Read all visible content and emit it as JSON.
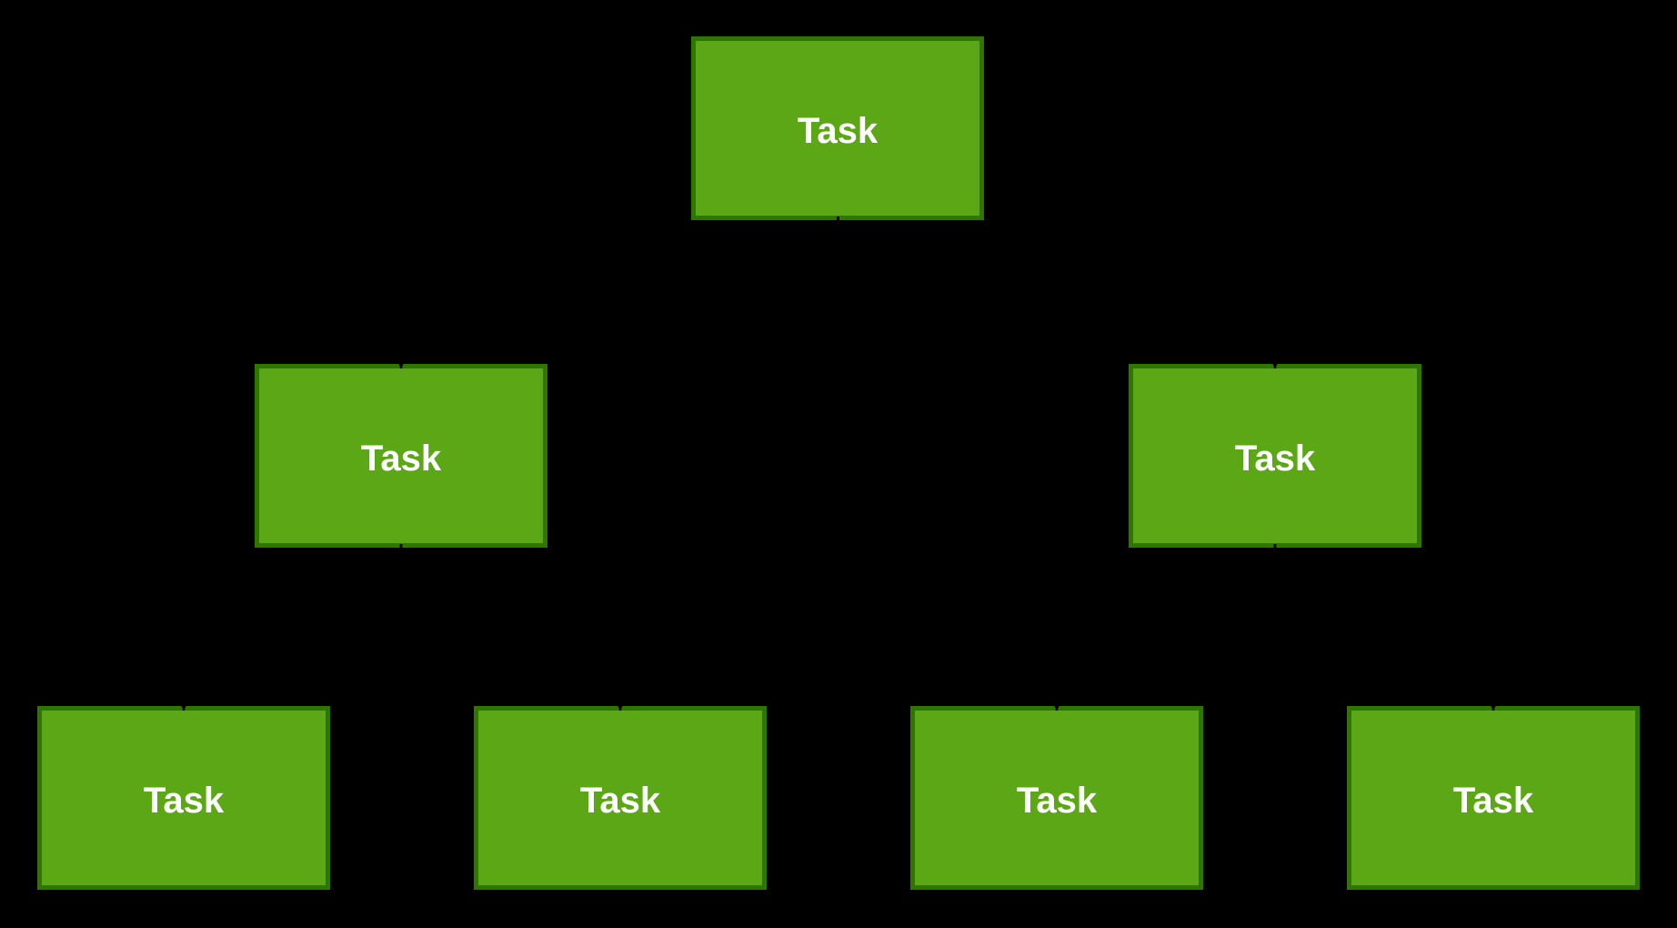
{
  "diagram": {
    "type": "tree-flowchart",
    "background_color": "#000000",
    "node_style": {
      "fill": "#5CA716",
      "border": "#2D7600",
      "text_color": "#FFFFFF"
    },
    "edge_style": {
      "color": "#000000",
      "arrowhead": "triangle"
    },
    "nodes": [
      {
        "id": "root",
        "label": "Task",
        "level": 0
      },
      {
        "id": "mid-left",
        "label": "Task",
        "level": 1
      },
      {
        "id": "mid-right",
        "label": "Task",
        "level": 1
      },
      {
        "id": "leaf-1",
        "label": "Task",
        "level": 2
      },
      {
        "id": "leaf-2",
        "label": "Task",
        "level": 2
      },
      {
        "id": "leaf-3",
        "label": "Task",
        "level": 2
      },
      {
        "id": "leaf-4",
        "label": "Task",
        "level": 2
      }
    ],
    "edges": [
      {
        "from": "root",
        "to": "mid-left"
      },
      {
        "from": "root",
        "to": "mid-right"
      },
      {
        "from": "mid-left",
        "to": "leaf-1"
      },
      {
        "from": "mid-left",
        "to": "leaf-2"
      },
      {
        "from": "mid-right",
        "to": "leaf-3"
      },
      {
        "from": "mid-right",
        "to": "leaf-4"
      }
    ]
  }
}
